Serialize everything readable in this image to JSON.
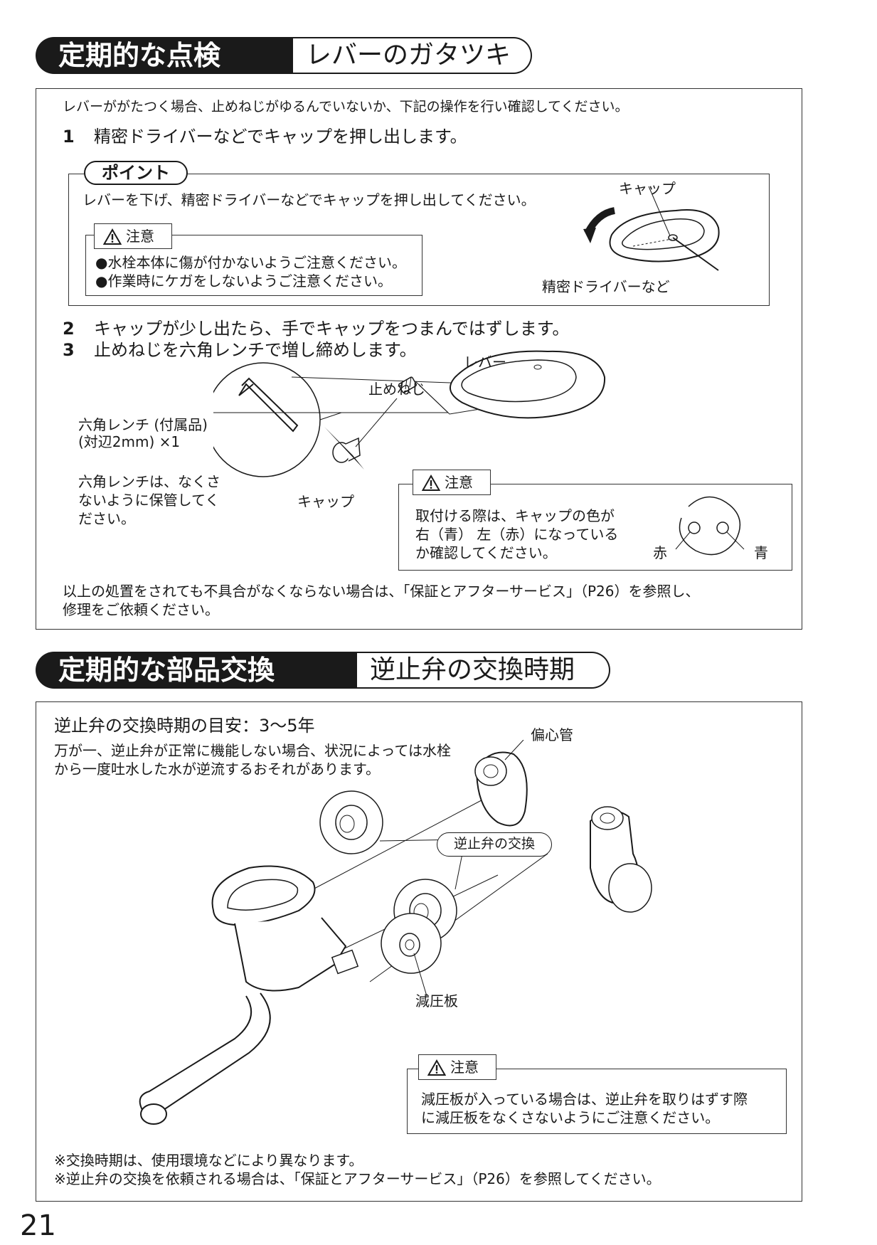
{
  "section1": {
    "title": "定期的な点検",
    "subtitle": "レバーのガタツキ",
    "intro": "レバーががたつく場合、止めねじがゆるんでいないか、下記の操作を行い確認してください。",
    "step1": {
      "num": "1",
      "text": "精密ドライバーなどでキャップを押し出します。"
    },
    "point": {
      "label": "ポイント",
      "text": "レバーを下げ、精密ドライバーなどでキャップを押し出してください。",
      "caution_label": "注意",
      "caution_items": [
        "●水栓本体に傷が付かないようご注意ください。",
        "●作業時にケガをしないようご注意ください。"
      ],
      "fig_cap": "キャップ",
      "fig_driver": "精密ドライバーなど"
    },
    "step2": {
      "num": "2",
      "text": "キャップが少し出たら、手でキャップをつまんではずします。"
    },
    "step3": {
      "num": "3",
      "text": "止めねじを六角レンチで増し締めします。"
    },
    "fig": {
      "lever": "レバー",
      "screw": "止めねじ",
      "cap": "キャップ",
      "wrench_line1": "六角レンチ (付属品)",
      "wrench_line2": "(対辺2mm) ×1",
      "keep_lines": [
        "六角レンチは、なくさ",
        "ないように保管してく",
        "ださい。"
      ]
    },
    "caution2": {
      "label": "注意",
      "lines": [
        "取付ける際は、キャップの色が",
        "右（青） 左（赤）になっている",
        "か確認してください。"
      ],
      "red": "赤",
      "blue": "青"
    },
    "footer_lines": [
      "以上の処置をされても不具合がなくならない場合は、「保証とアフターサービス」（P26）を参照し、",
      "修理をご依頼ください。"
    ]
  },
  "section2": {
    "title": "定期的な部品交換",
    "subtitle": "逆止弁の交換時期",
    "heading": "逆止弁の交換時期の目安：3～5年",
    "desc_lines": [
      "万が一、逆止弁が正常に機能しない場合、状況によっては水栓",
      "から一度吐水した水が逆流するおそれがあります。"
    ],
    "fig": {
      "eccentric": "偏心管",
      "check_valve": "逆止弁の交換",
      "reducer": "減圧板"
    },
    "caution": {
      "label": "注意",
      "lines": [
        "減圧板が入っている場合は、逆止弁を取りはずす際",
        "に減圧板をなくさないようにご注意ください。"
      ]
    },
    "notes": [
      "※交換時期は、使用環境などにより異なります。",
      "※逆止弁の交換を依頼される場合は、「保証とアフターサービス」（P26）を参照してください。"
    ]
  },
  "page_number": "21"
}
